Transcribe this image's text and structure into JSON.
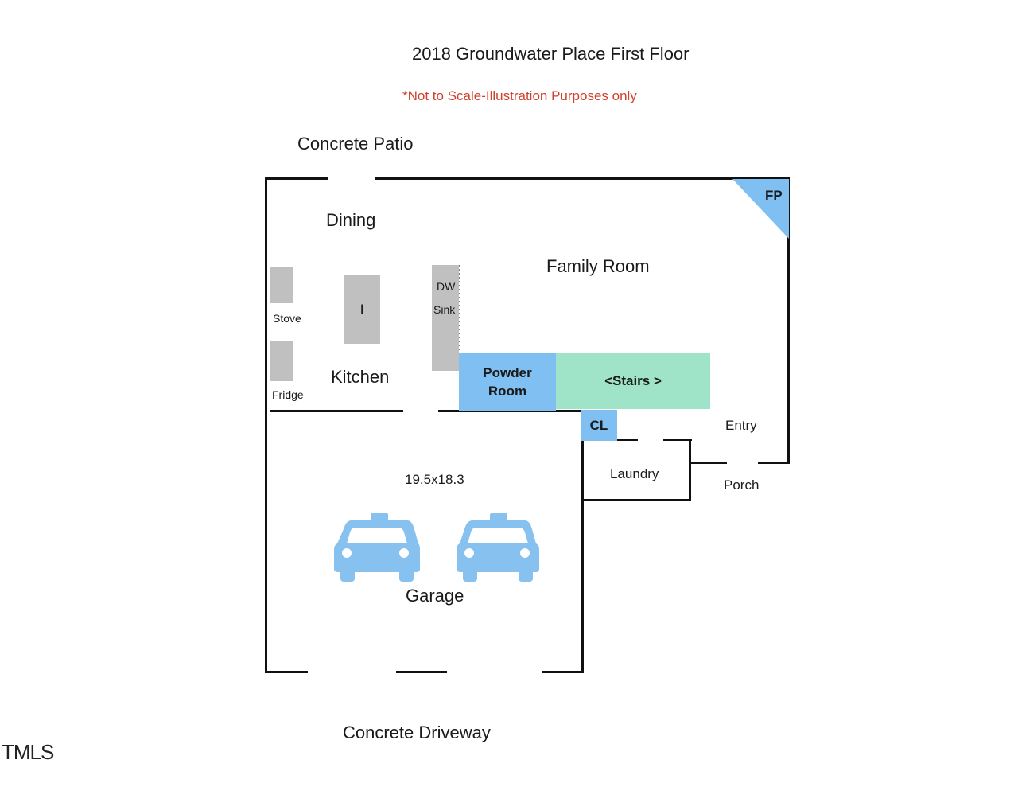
{
  "header": {
    "title": "2018 Groundwater Place First Floor",
    "note": "*Not to Scale-Illustration Purposes only"
  },
  "outside": {
    "patio": "Concrete Patio",
    "driveway": "Concrete Driveway"
  },
  "rooms": {
    "dining": "Dining",
    "family_room": "Family Room",
    "kitchen": "Kitchen",
    "powder_room_line1": "Powder",
    "powder_room_line2": "Room",
    "stairs": "<Stairs >",
    "closet": "CL",
    "entry": "Entry",
    "laundry": "Laundry",
    "porch": "Porch",
    "garage": "Garage",
    "garage_size": "19.5x18.3",
    "fireplace": "FP"
  },
  "fixtures": {
    "stove": "Stove",
    "fridge": "Fridge",
    "island": "I",
    "dishwasher": "DW",
    "sink": "Sink"
  },
  "watermark": "TMLS",
  "colors": {
    "wall": "#111111",
    "appliance": "#c0c0c0",
    "blue_room": "#7fbff2",
    "stairs": "#9fe3c8",
    "fireplace": "#7fbff2",
    "car": "#86c1f0",
    "note_red": "#d0402e"
  }
}
